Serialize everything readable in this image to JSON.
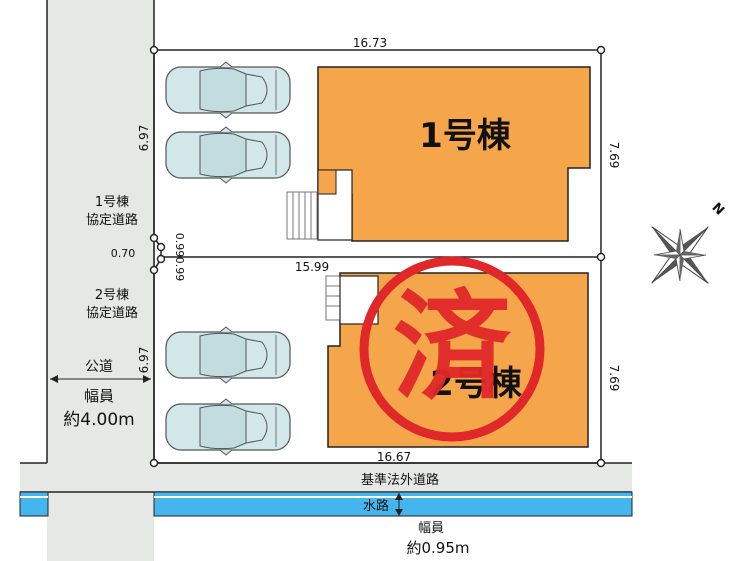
{
  "colors": {
    "building": "#F5A64A",
    "road": "#E6E8E6",
    "water": "#45B5EE",
    "stamp": "#E0282A",
    "car": "#D2E7E9"
  },
  "lot": {
    "top_width": "16.73",
    "left_depth_1": "6.97",
    "right_depth_1": "7.69",
    "divider_width": "15.99",
    "left_depth_2": "6.97",
    "right_depth_2": "7.69",
    "bottom_width": "16.67",
    "corner_0_99_a": "0.99",
    "corner_0_70": "0.70",
    "corner_0_99_b": "0.99"
  },
  "buildings": {
    "b1": "1号棟",
    "b2": "2号棟"
  },
  "labels": {
    "road_agreement_1_line1": "1号棟",
    "road_agreement_1_line2": "協定道路",
    "road_agreement_2_line1": "2号棟",
    "road_agreement_2_line2": "協定道路",
    "public_road": "公道",
    "public_width_label": "幅員",
    "public_width_value": "約4.00m",
    "non_statutory_road": "基準法外道路",
    "waterway": "水路",
    "waterway_width_label": "幅員",
    "waterway_width_value": "約0.95m"
  },
  "stamp": {
    "text": "済"
  },
  "compass": {
    "north_label": "N",
    "icon": "compass-rose-icon"
  },
  "parking": {
    "icon": "car-icon"
  }
}
